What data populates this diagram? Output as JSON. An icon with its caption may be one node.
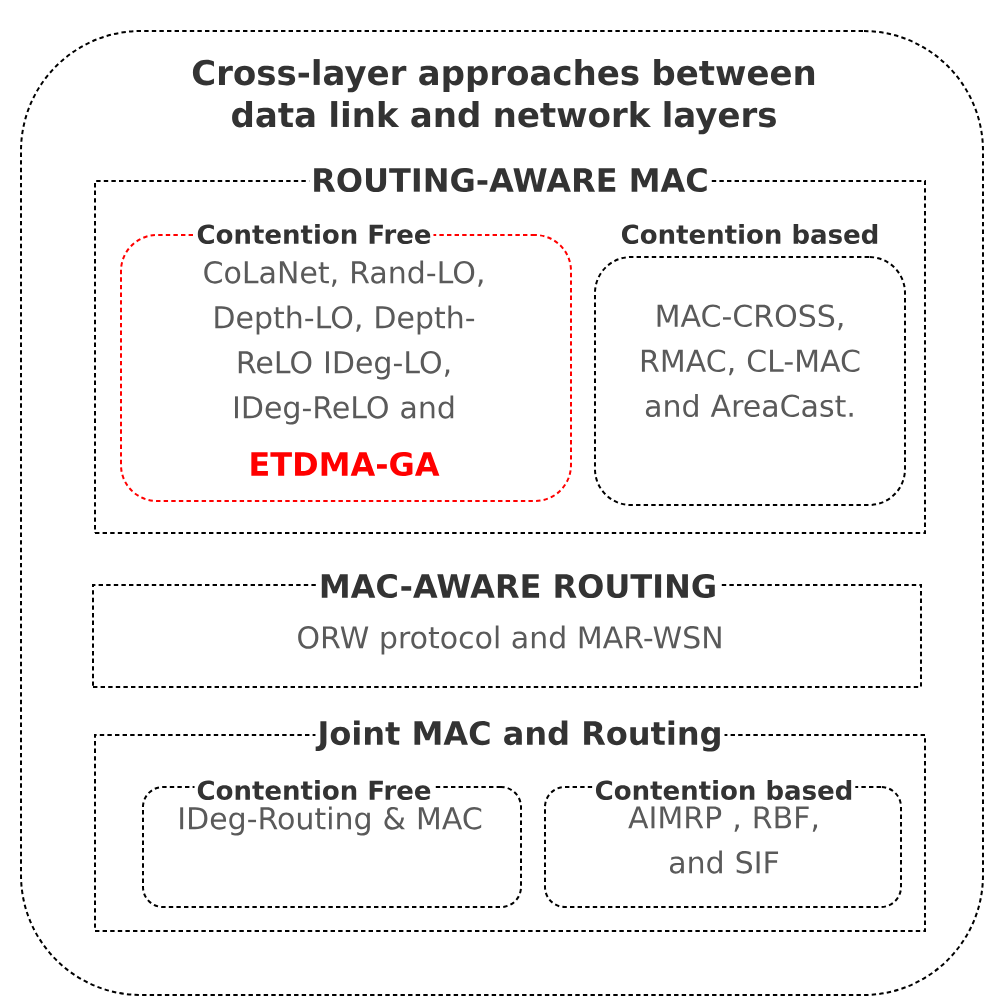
{
  "diagram": {
    "nodes": [
      {
        "text": [
          "Cross-layer approaches between data link and network layers"
        ]
      },
      {
        "text": [
          "ROUTING-AWARE MAC"
        ],
        "in": 0
      },
      {
        "text": [
          "Contention Free",
          "CoLaNet, Rand-LO, Depth-LO, Depth-ReLO IDeg-LO, IDeg-ReLO and",
          "ETDMA-GA"
        ],
        "in": 1
      },
      {
        "text": [
          "Contention based",
          "MAC-CROSS, RMAC, CL-MAC and AreaCast."
        ],
        "in": 1
      },
      {
        "text": [
          "MAC-AWARE ROUTING",
          "ORW protocol and MAR-WSN"
        ],
        "in": 0
      },
      {
        "text": [
          "Joint MAC and  Routing"
        ],
        "in": 0
      },
      {
        "text": [
          "Contention Free",
          "IDeg-Routing & MAC"
        ],
        "in": 5
      },
      {
        "text": [
          "Contention based",
          "AIMRP , RBF,  and SIF"
        ],
        "in": 5
      }
    ],
    "edges": []
  }
}
